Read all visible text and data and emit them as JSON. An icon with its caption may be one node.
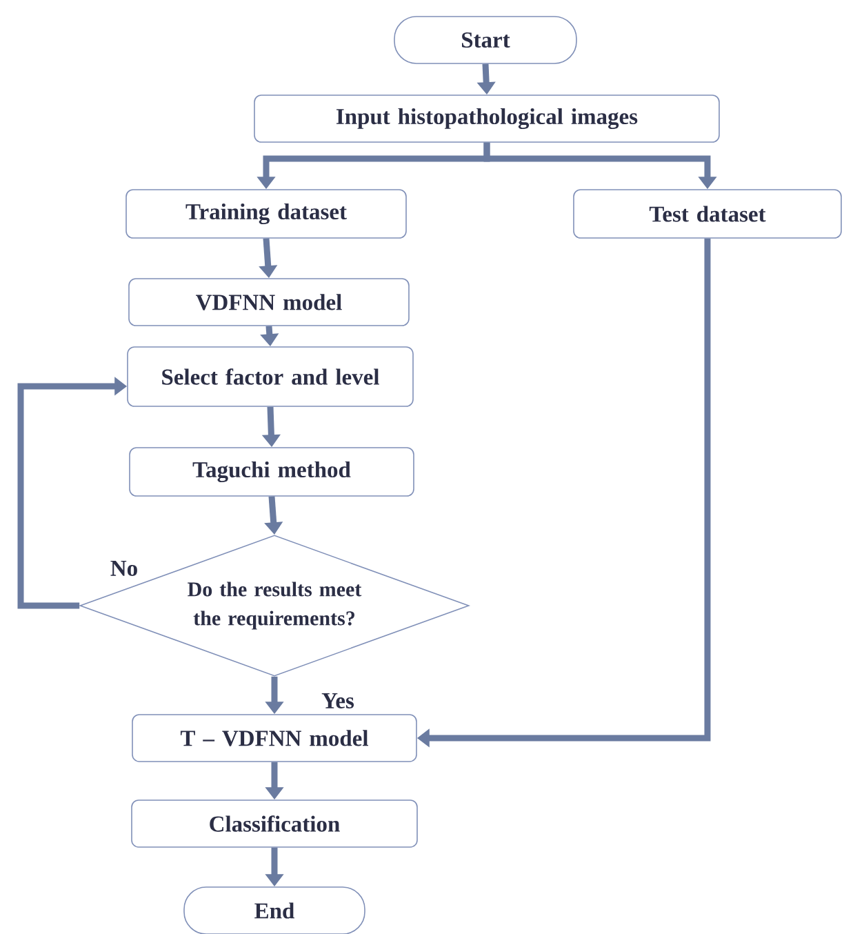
{
  "diagram": {
    "nodes": [
      {
        "text": [
          "Start"
        ]
      },
      {
        "text": [
          "Input histopathological images"
        ]
      },
      {
        "text": [
          "Training dataset"
        ]
      },
      {
        "text": [
          "Test  dataset"
        ]
      },
      {
        "text": [
          "VDFNN model"
        ]
      },
      {
        "text": [
          "Select factor and level"
        ]
      },
      {
        "text": [
          "Taguchi method"
        ]
      },
      {
        "text": [
          "Do the results meet the requirements?"
        ]
      },
      {
        "text": [
          "T – VDFNN model"
        ]
      },
      {
        "text": [
          "Classification"
        ]
      },
      {
        "text": [
          "End"
        ]
      }
    ],
    "edges": [
      {
        "from": 0,
        "to": 1,
        "arrow": "to"
      },
      {
        "from": 1,
        "to": 2,
        "arrow": "to"
      },
      {
        "from": 1,
        "to": 3,
        "arrow": "to"
      },
      {
        "from": 2,
        "to": 4,
        "arrow": "to"
      },
      {
        "from": 4,
        "to": 5,
        "arrow": "to"
      },
      {
        "from": 5,
        "to": 6,
        "arrow": "to"
      },
      {
        "from": 6,
        "to": 7,
        "arrow": "to"
      },
      {
        "from": 7,
        "to": 5,
        "arrow": "to",
        "label": "No"
      },
      {
        "from": 7,
        "to": 8,
        "arrow": "to",
        "label": "Yes"
      },
      {
        "from": 3,
        "to": 8,
        "arrow": "to"
      },
      {
        "from": 8,
        "to": 9,
        "arrow": "to"
      },
      {
        "from": 9,
        "to": 10,
        "arrow": "to"
      }
    ]
  }
}
